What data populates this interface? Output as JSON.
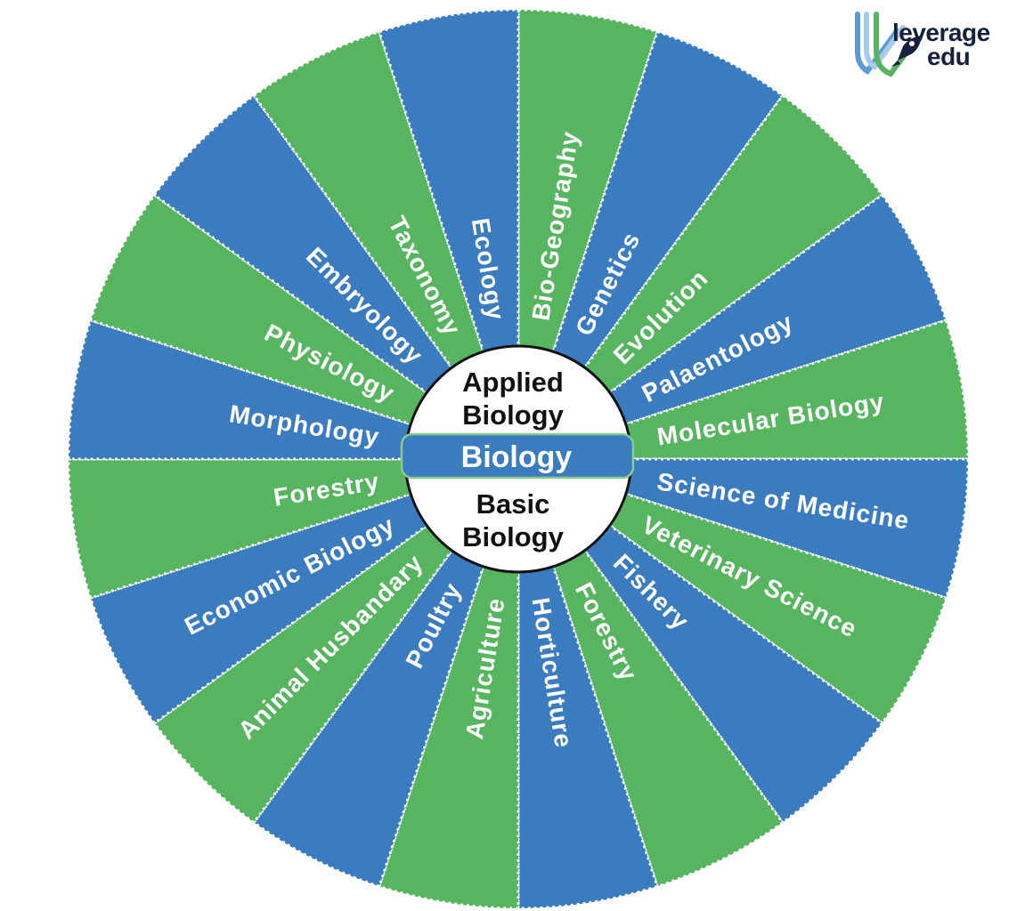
{
  "title": "Branches of Biology wheel diagram",
  "colors": {
    "blue": "#3a7cbf",
    "green": "#57b45f",
    "bar_border": "#8dc98d",
    "border_dots": "#ffffff",
    "center_text": "#111111",
    "label_text": "#ffffff",
    "logo_navy": "#16203c",
    "logo_blue": "#5b9bd5",
    "logo_pale_blue": "#a9c9ea",
    "logo_green": "#57b45f"
  },
  "center": {
    "top_line1": "Applied",
    "top_line2": "Biology",
    "middle": "Biology",
    "bottom_line1": "Basic",
    "bottom_line2": "Biology"
  },
  "logo": {
    "line1": "leverage",
    "line2": "edu",
    "icons": [
      "book-checkmark-icon",
      "rocket-icon"
    ]
  },
  "wheel": {
    "type": "radial-wheel",
    "segments_clockwise_from_top": [
      {
        "label": "Bio-Geography",
        "color": "green"
      },
      {
        "label": "Genetics",
        "color": "blue"
      },
      {
        "label": "Evolution",
        "color": "green"
      },
      {
        "label": "Palaentology",
        "color": "blue"
      },
      {
        "label": "Molecular Biology",
        "color": "green"
      },
      {
        "label": "Science of Medicine",
        "color": "blue"
      },
      {
        "label": "Veterinary Science",
        "color": "green"
      },
      {
        "label": "Fishery",
        "color": "blue"
      },
      {
        "label": "Forestry",
        "color": "green"
      },
      {
        "label": "Horticulture",
        "color": "blue"
      },
      {
        "label": "Agriculture",
        "color": "green"
      },
      {
        "label": "Poultry",
        "color": "blue"
      },
      {
        "label": "Animal Husbandary",
        "color": "green"
      },
      {
        "label": "Economic Biology",
        "color": "blue"
      },
      {
        "label": "Forestry",
        "color": "green"
      },
      {
        "label": "Morphology",
        "color": "blue"
      },
      {
        "label": "Physiology",
        "color": "green"
      },
      {
        "label": "Embryology",
        "color": "blue"
      },
      {
        "label": "Taxonomy",
        "color": "green"
      },
      {
        "label": "Ecology",
        "color": "blue"
      }
    ]
  }
}
